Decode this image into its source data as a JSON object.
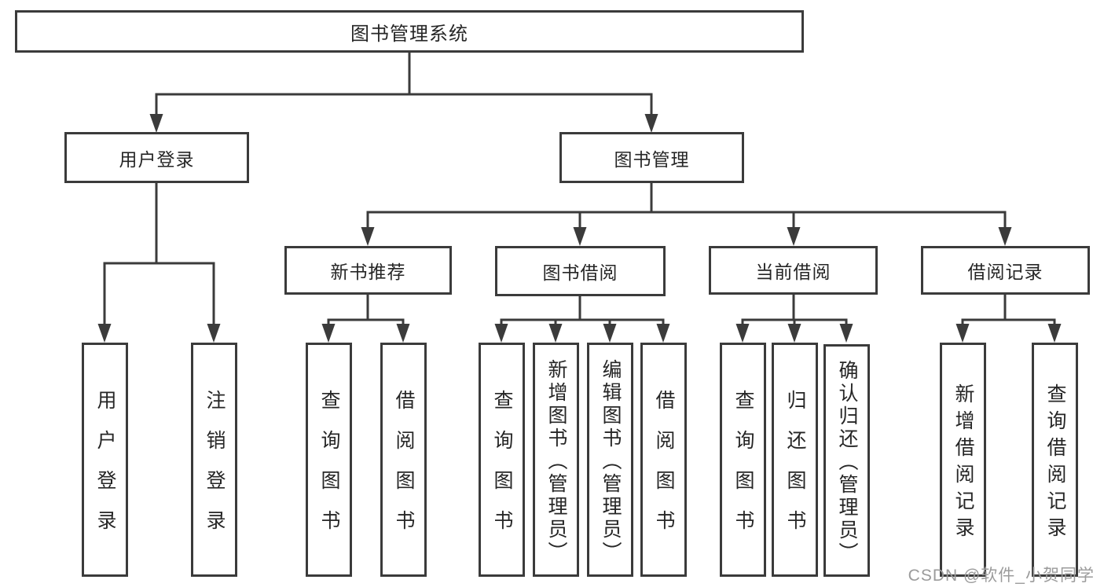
{
  "diagram": {
    "root": {
      "label": "图书管理系统"
    },
    "branches": [
      {
        "label": "用户登录",
        "children": [
          {
            "label": "用户登录"
          },
          {
            "label": "注销登录"
          }
        ]
      },
      {
        "label": "图书管理",
        "children": [
          {
            "label": "新书推荐",
            "children": [
              {
                "label": "查询图书"
              },
              {
                "label": "借阅图书"
              }
            ]
          },
          {
            "label": "图书借阅",
            "children": [
              {
                "label": "查询图书"
              },
              {
                "label": "新增图书（管理员）"
              },
              {
                "label": "编辑图书（管理员）"
              },
              {
                "label": "借阅图书"
              }
            ]
          },
          {
            "label": "当前借阅",
            "children": [
              {
                "label": "查询图书"
              },
              {
                "label": "归还图书"
              },
              {
                "label": "确认归还（管理员）"
              }
            ]
          },
          {
            "label": "借阅记录",
            "children": [
              {
                "label": "新增借阅记录"
              },
              {
                "label": "查询借阅记录"
              }
            ]
          }
        ]
      }
    ]
  },
  "watermark": {
    "text": "CSDN @软件_小贺同学",
    "color": "#9b9b9b"
  },
  "colors": {
    "background": "#ffffff",
    "line": "#3b3b3b",
    "box_border": "#3b3b3b",
    "box_background": "#ffffff",
    "text": "#262626"
  }
}
